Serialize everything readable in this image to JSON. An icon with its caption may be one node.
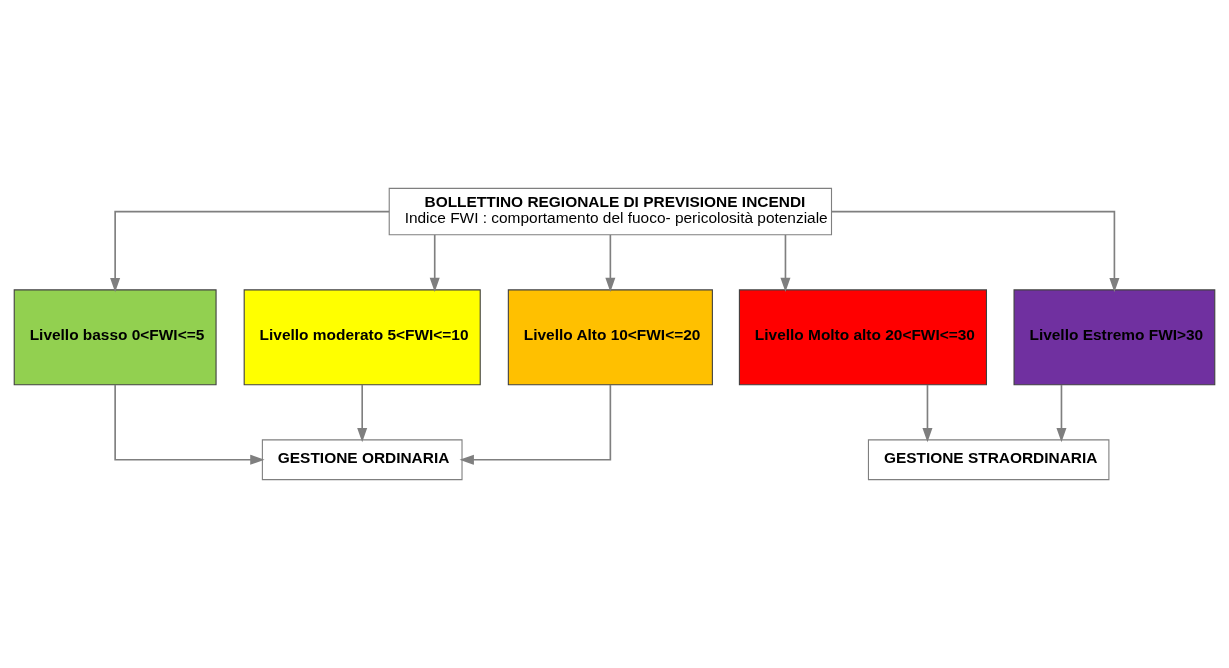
{
  "diagram": {
    "nodes": [
      {
        "text": [
          "BOLLETTINO REGIONALE DI PREVISIONE INCENDI",
          "Indice FWI : comportamento del fuoco- pericolosità potenziale"
        ]
      },
      {
        "text": [
          "Livello basso 0<FWI<=5"
        ]
      },
      {
        "text": [
          "Livello moderato 5<FWI<=10"
        ]
      },
      {
        "text": [
          "Livello Alto 10<FWI<=20"
        ]
      },
      {
        "text": [
          "Livello Molto alto 20<FWI<=30"
        ]
      },
      {
        "text": [
          "Livello Estremo FWI>30"
        ]
      },
      {
        "text": [
          "GESTIONE STRAORDINARIA"
        ]
      },
      {
        "text": [
          "GESTIONE ORDINARIA"
        ]
      }
    ],
    "edges": [
      {
        "from": 0,
        "to": 1,
        "arrow": "to"
      },
      {
        "from": 0,
        "to": 2,
        "arrow": "to"
      },
      {
        "from": 0,
        "to": 3,
        "arrow": "to"
      },
      {
        "from": 0,
        "to": 4,
        "arrow": "to"
      },
      {
        "from": 0,
        "to": 5,
        "arrow": "to"
      },
      {
        "from": 1,
        "to": 7,
        "arrow": "to"
      },
      {
        "from": 2,
        "to": 7,
        "arrow": "to"
      },
      {
        "from": 3,
        "to": 7,
        "arrow": "to"
      },
      {
        "from": 4,
        "to": 6,
        "arrow": "to"
      },
      {
        "from": 5,
        "to": 6,
        "arrow": "to"
      }
    ]
  }
}
